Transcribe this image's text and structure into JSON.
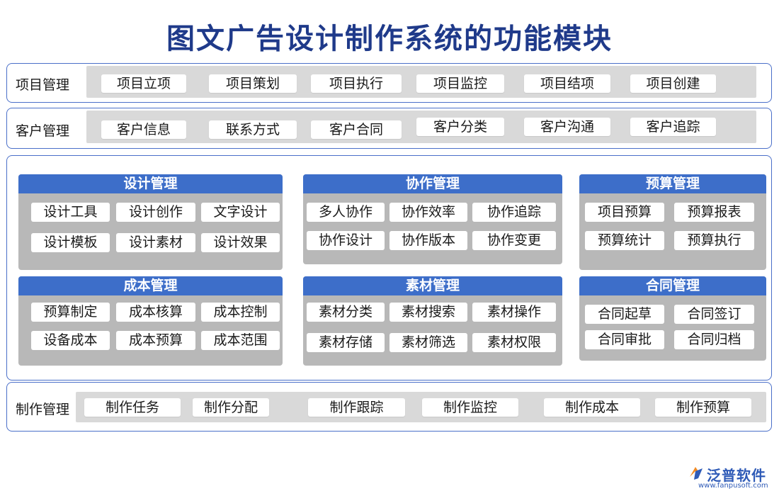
{
  "title": "图文广告设计制作系统的功能模块",
  "rows": {
    "project": {
      "label": "项目管理",
      "items": [
        "项目立项",
        "项目策划",
        "项目执行",
        "项目监控",
        "项目结项",
        "项目创建"
      ]
    },
    "customer": {
      "label": "客户管理",
      "items": [
        "客户信息",
        "联系方式",
        "客户合同",
        "客户分类",
        "客户沟通",
        "客户追踪"
      ]
    },
    "production": {
      "label": "制作管理",
      "items": [
        "制作任务",
        "制作分配",
        "制作跟踪",
        "制作监控",
        "制作成本",
        "制作预算"
      ]
    }
  },
  "modules": {
    "design": {
      "title": "设计管理",
      "items": [
        "设计工具",
        "设计创作",
        "文字设计",
        "设计模板",
        "设计素材",
        "设计效果"
      ]
    },
    "collab": {
      "title": "协作管理",
      "items": [
        "多人协作",
        "协作效率",
        "协作追踪",
        "协作设计",
        "协作版本",
        "协作变更"
      ]
    },
    "budget": {
      "title": "预算管理",
      "items": [
        "项目预算",
        "预算报表",
        "预算统计",
        "预算执行"
      ]
    },
    "cost": {
      "title": "成本管理",
      "items": [
        "预算制定",
        "成本核算",
        "成本控制",
        "设备成本",
        "成本预算",
        "成本范围"
      ]
    },
    "material": {
      "title": "素材管理",
      "items": [
        "素材分类",
        "素材搜索",
        "素材操作",
        "素材存储",
        "素材筛选",
        "素材权限"
      ]
    },
    "contract": {
      "title": "合同管理",
      "items": [
        "合同起草",
        "合同签订",
        "合同审批",
        "合同归档"
      ]
    }
  },
  "logo": {
    "name": "泛普软件",
    "url": "www.fanpusoft.com"
  },
  "colors": {
    "title": "#1f3a8a",
    "border": "#4a6fc9",
    "header": "#3d6ec9",
    "strip": "#d9d9d9",
    "module_bg": "#b8b8b8"
  }
}
